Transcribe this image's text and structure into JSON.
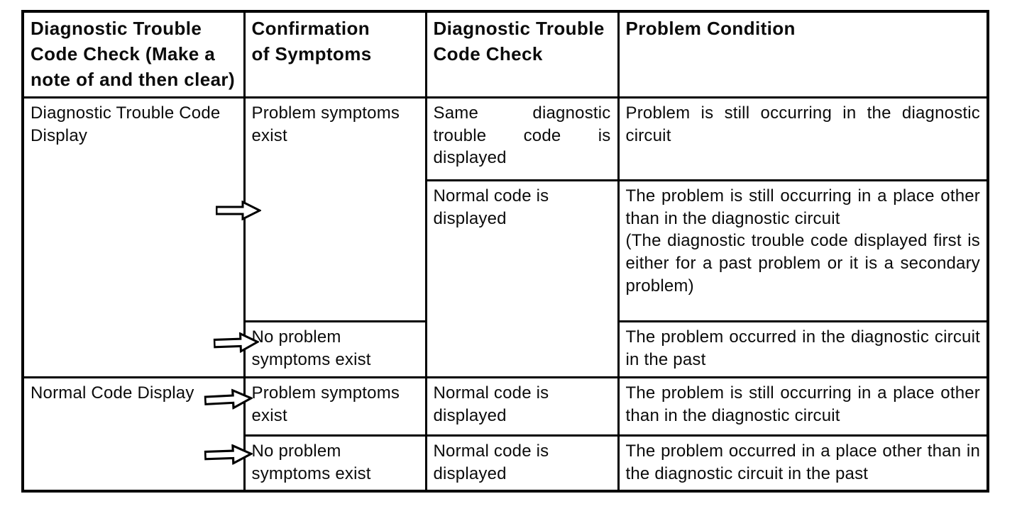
{
  "colors": {
    "background": "#ffffff",
    "border": "#000000",
    "text": "#0b0b0b"
  },
  "icons": {
    "row_pointer": "right-block-arrow"
  },
  "table": {
    "headers": [
      "Diagnostic Trouble Code Check (Make a note of and then clear)",
      "Confirmation\nof Symptoms",
      "Diagnostic Trouble Code Check",
      "Problem Condition"
    ],
    "group1_label": "Diagnostic Trouble Code Display",
    "group2_label": "Normal Code Display",
    "rows": [
      {
        "symptoms": "Problem symptoms exist",
        "code_check": "Same diagnostic trouble code is displayed",
        "condition": "Problem is still occurring in the diagnostic circuit"
      },
      {
        "code_check": "Normal code is displayed",
        "condition": "The problem is still occurring in a place other than in the diagnostic circuit\n(The diagnostic trouble code displayed first is either for a past problem or it is a secondary problem)"
      },
      {
        "symptoms": "No problem symptoms exist",
        "condition": "The problem occurred in the diagnostic circuit in the past"
      },
      {
        "symptoms": "Problem symptoms exist",
        "code_check": "Normal code is displayed",
        "condition": "The problem is still occurring in a place other than in the diagnostic circuit"
      },
      {
        "symptoms": "No problem symptoms exist",
        "code_check": "Normal code is displayed",
        "condition": "The problem occurred in a place other than in the diagnostic circuit in the past"
      }
    ]
  }
}
